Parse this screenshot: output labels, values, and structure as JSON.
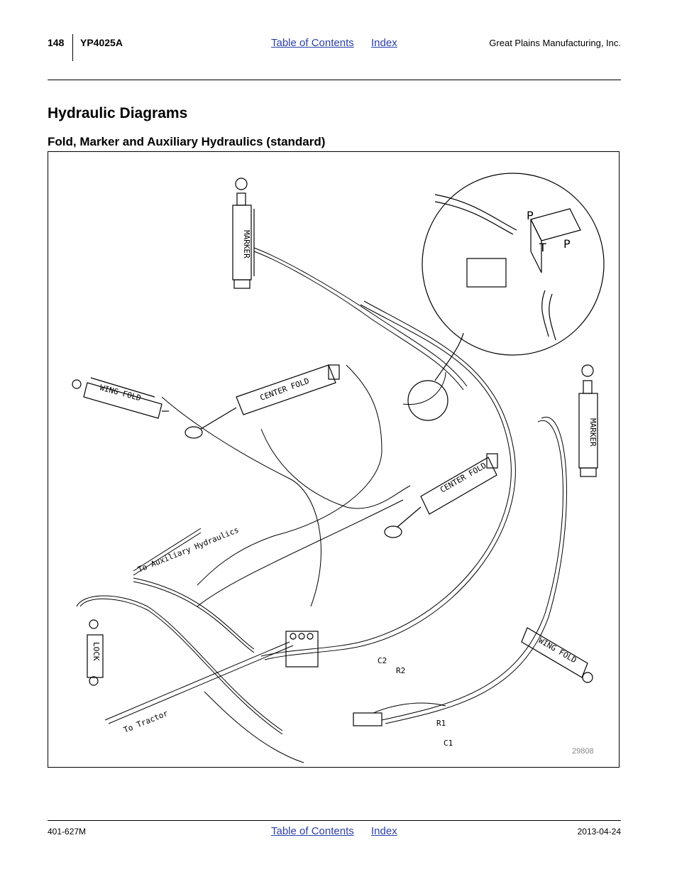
{
  "header": {
    "page_number": "148",
    "model": "YP4025A",
    "toc_link": "Table of Contents",
    "index_link": "Index",
    "company": "Great Plains Manufacturing, Inc."
  },
  "section_title": "Hydraulic Diagrams",
  "subsection_title": "Fold, Marker and Auxiliary Hydraulics (standard)",
  "diagram": {
    "labels": {
      "marker_top": "MARKER",
      "marker_right": "MARKER",
      "center_fold_1": "CENTER FOLD",
      "center_fold_2": "CENTER FOLD",
      "wing_fold_left": "WING FOLD",
      "wing_fold_right": "WING FOLD",
      "lock": "LOCK",
      "aux": "To Auxiliary Hydraulics",
      "tractor": "To Tractor",
      "c1": "C1",
      "c2": "C2",
      "r1": "R1",
      "r2": "R2",
      "p_top": "P",
      "t": "T",
      "p_right": "P"
    },
    "figure_number": "29808"
  },
  "footer": {
    "doc_number": "401-627M",
    "toc_link": "Table of Contents",
    "index_link": "Index",
    "date": "2013-04-24"
  }
}
